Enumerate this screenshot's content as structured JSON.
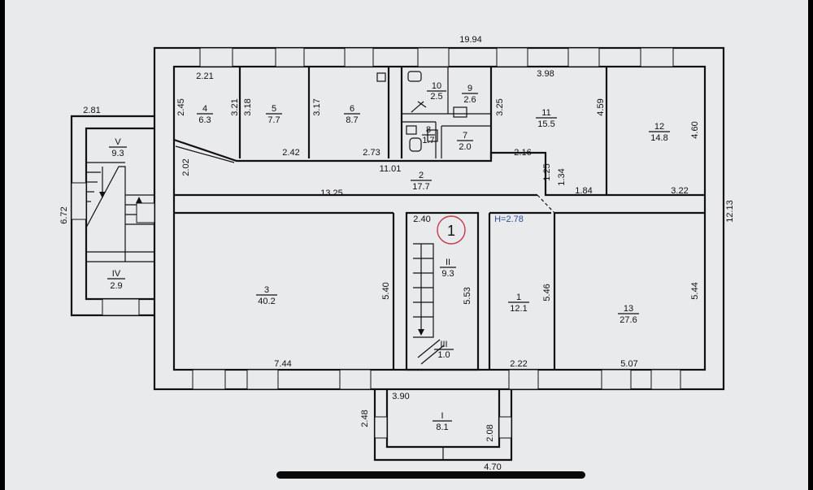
{
  "dimensions": {
    "overall_width": "19.94",
    "overall_height": "12.13",
    "stair_block_height": "6.72",
    "stair_block_width": "2.81",
    "corridor_length": "13.25",
    "corridor_segment": "11.01",
    "room4_top": "2.21",
    "room4_left": "2.45",
    "room4_right": "3.21",
    "room5_left": "3.18",
    "room5_bottom": "2.42",
    "room6_left": "3.17",
    "room6_bottom": "2.73",
    "room11_top": "3.98",
    "room11_left": "3.25",
    "room11_right": "4.59",
    "room11_bottom": "2.16",
    "corridor_height_a": "1.25",
    "corridor_height_b": "1.34",
    "room11_bottom_right": "1.84",
    "room12_right": "4.60",
    "room12_bottom": "3.22",
    "corridor_left": "2.02",
    "room3_right": "5.40",
    "room3_bottom": "7.44",
    "stairII_top": "2.40",
    "stairII_right": "5.53",
    "room1_left": "5.46",
    "room1_bottom": "2.22",
    "room13_right": "5.44",
    "room13_bottom": "5.07",
    "vestibule_top": "3.90",
    "vestibule_left": "2.48",
    "vestibule_right": "2.08",
    "vestibule_bottom": "4.70",
    "ceiling_height": "H=2.78"
  },
  "rooms": [
    {
      "id": "r4",
      "num": "4",
      "area": "6.3"
    },
    {
      "id": "r5",
      "num": "5",
      "area": "7.7"
    },
    {
      "id": "r6",
      "num": "6",
      "area": "8.7"
    },
    {
      "id": "r10",
      "num": "10",
      "area": "2.5"
    },
    {
      "id": "r9",
      "num": "9",
      "area": "2.6"
    },
    {
      "id": "r8",
      "num": "8",
      "area": "1.7"
    },
    {
      "id": "r7",
      "num": "7",
      "area": "2.0"
    },
    {
      "id": "r11",
      "num": "11",
      "area": "15.5"
    },
    {
      "id": "r12",
      "num": "12",
      "area": "14.8"
    },
    {
      "id": "r2",
      "num": "2",
      "area": "17.7"
    },
    {
      "id": "r3",
      "num": "3",
      "area": "40.2"
    },
    {
      "id": "rII",
      "num": "II",
      "area": "9.3"
    },
    {
      "id": "rIII",
      "num": "III",
      "area": "1.0"
    },
    {
      "id": "r1",
      "num": "1",
      "area": "12.1"
    },
    {
      "id": "r13",
      "num": "13",
      "area": "27.6"
    },
    {
      "id": "rV",
      "num": "V",
      "area": "9.3"
    },
    {
      "id": "rIV",
      "num": "IV",
      "area": "2.9"
    },
    {
      "id": "rI",
      "num": "I",
      "area": "8.1"
    }
  ],
  "marker": {
    "label": "1",
    "color": "#c0394a"
  },
  "colors": {
    "background": "#e9eaec",
    "lines": "#111111",
    "ceiling_label": "#2a4d9b"
  }
}
